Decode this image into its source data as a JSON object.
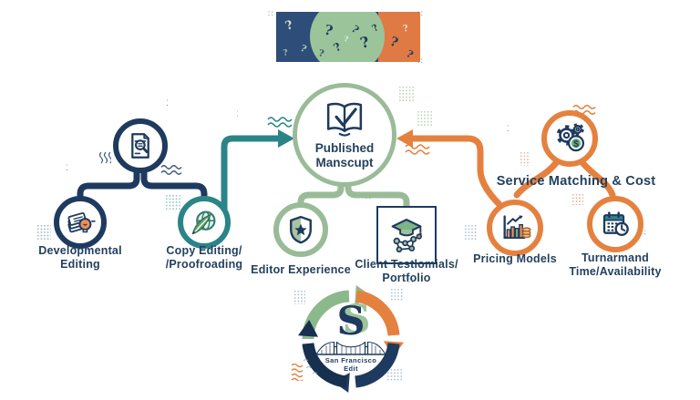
{
  "colors": {
    "navy": "#1e3a5f",
    "teal": "#2a8488",
    "sage_green": "#9abb98",
    "orange": "#e5813f",
    "dark_navy": "#16304e",
    "light_green": "#9cc49b",
    "label_text": "#24415f"
  },
  "banner": {
    "icon": "question-marks-banner"
  },
  "center_node": {
    "icon": "open-book-icon",
    "label_line1": "Published",
    "label_line2": "Manscupt"
  },
  "left_branch": {
    "root": {
      "icon": "document-magnifier-icon"
    },
    "children": [
      {
        "icon": "papers-lightbulb-icon",
        "label_line1": "Developmental",
        "label_line2": "Editing"
      },
      {
        "icon": "quill-globe-icon",
        "label_line1": "Copy Editing/",
        "label_line2": "/Proofroading"
      }
    ]
  },
  "bottom_branch": {
    "children": [
      {
        "icon": "shield-star-icon",
        "label": "Editor Experience"
      },
      {
        "icon": "graduation-network-icon",
        "label_line1": "Client Testlomials/",
        "label_line2": "Portfolio"
      }
    ]
  },
  "right_branch": {
    "root": {
      "icon": "gears-dollar-icon",
      "label": "Service Matching & Cost"
    },
    "children": [
      {
        "icon": "bar-chart-coins-icon",
        "label": "Pricing Models"
      },
      {
        "icon": "calendar-clock-icon",
        "label_line1": "Turnarmand",
        "label_line2": "Time/Availability"
      }
    ]
  },
  "logo": {
    "icon": "cycle-arrows-icon",
    "monogram": "S",
    "name_line1": "San Francisco",
    "name_line2": "Edit"
  }
}
